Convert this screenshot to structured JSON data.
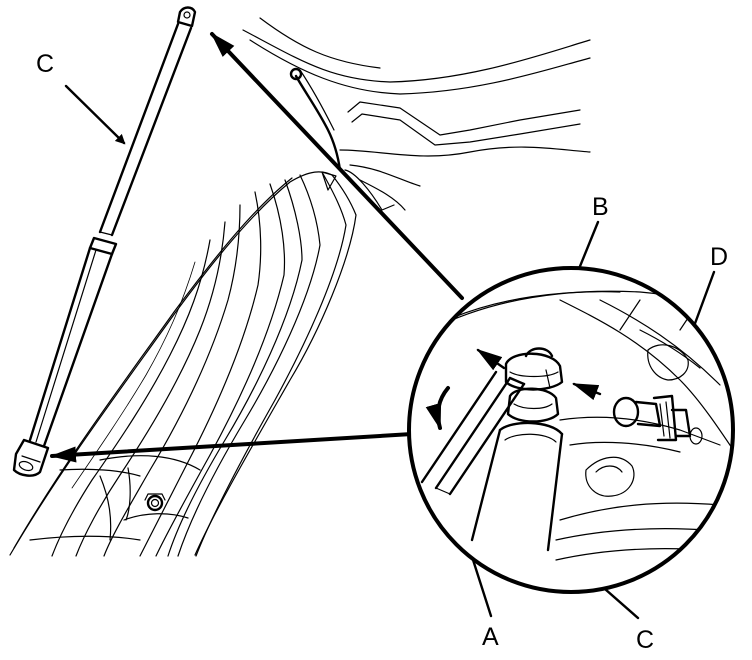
{
  "labels": {
    "c_top": "C",
    "b": "B",
    "d": "D",
    "a": "A",
    "c_bottom": "C"
  },
  "colors": {
    "ink": "#000000",
    "background": "#ffffff"
  }
}
